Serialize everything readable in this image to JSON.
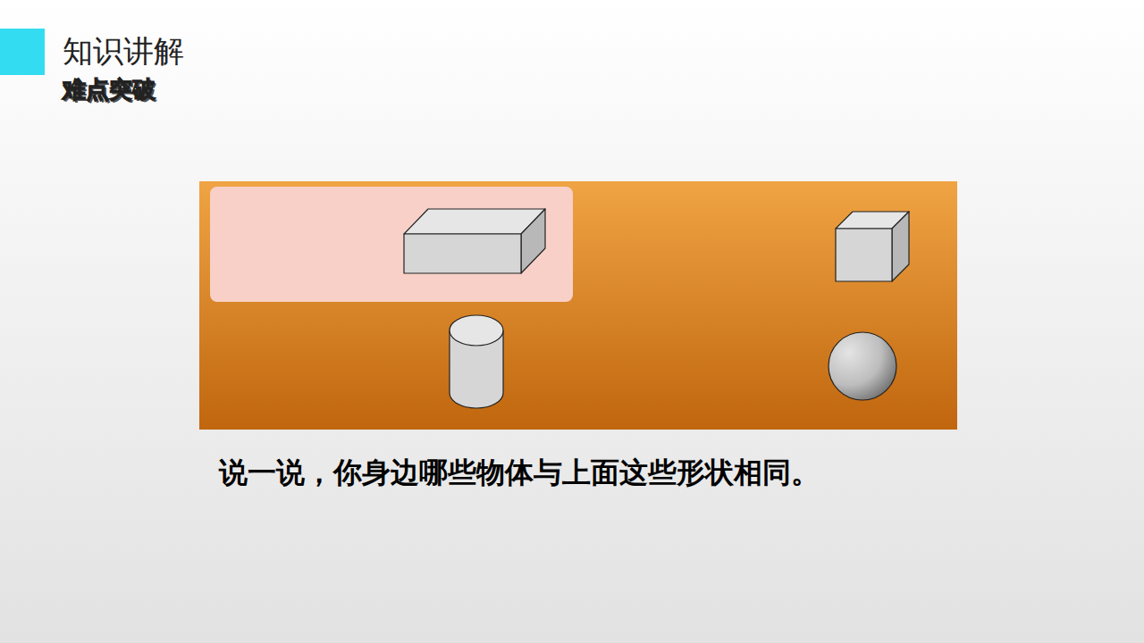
{
  "diagram": {
    "title": "知识讲解",
    "caption": "说一说，你身边哪些物体与上面这些形状相同。",
    "nodes": [
      {
        "text": [
          "长方体"
        ]
      },
      {
        "text": [
          "正方体"
        ]
      },
      {
        "text": [
          "圆柱"
        ]
      },
      {
        "text": [
          "球"
        ]
      }
    ],
    "labels": [
      "难点突破"
    ]
  }
}
